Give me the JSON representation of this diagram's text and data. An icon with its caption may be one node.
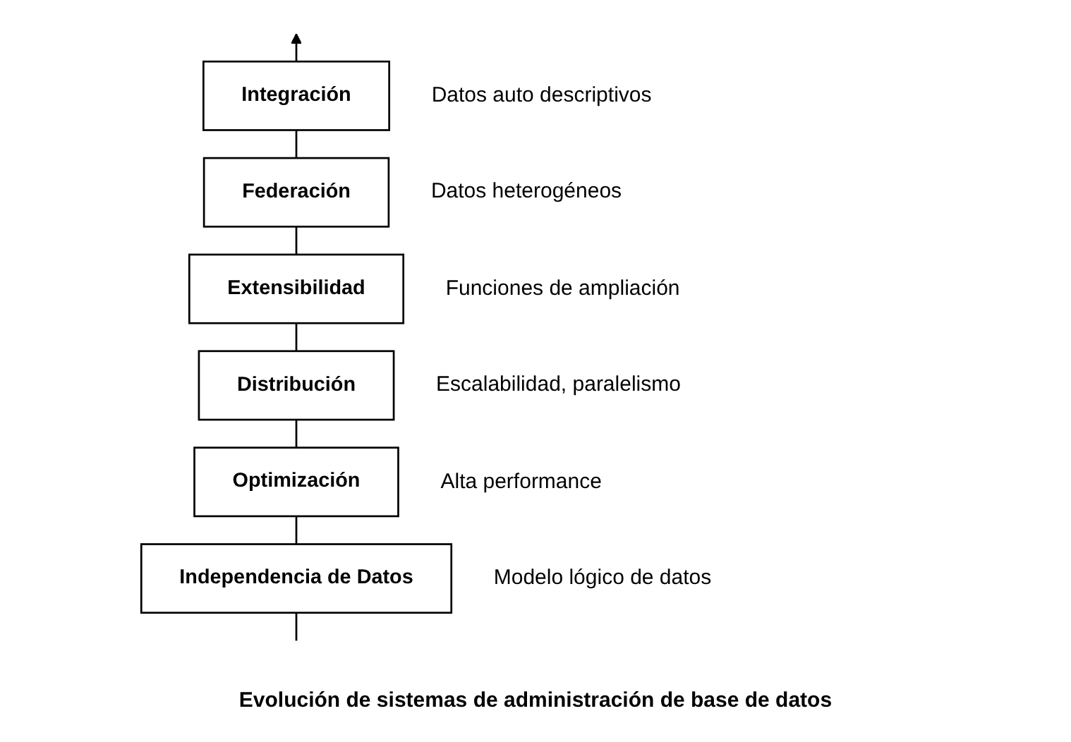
{
  "diagram": {
    "caption": "Evolución de sistemas de administración de base de datos",
    "nodes": [
      {
        "text": [
          "Integración"
        ],
        "beside": [
          "Datos auto descriptivos"
        ]
      },
      {
        "text": [
          "Federación"
        ],
        "beside": [
          "Datos heterogéneos"
        ]
      },
      {
        "text": [
          "Extensibilidad"
        ],
        "beside": [
          "Funciones de ampliación"
        ]
      },
      {
        "text": [
          "Distribución"
        ],
        "beside": [
          "Escalabilidad, paralelismo"
        ]
      },
      {
        "text": [
          "Optimización"
        ],
        "beside": [
          "Alta performance"
        ]
      },
      {
        "text": [
          "Independencia de Datos"
        ],
        "beside": [
          "Modelo lógico de datos"
        ]
      }
    ],
    "edges": [
      {
        "from": null,
        "to": 5,
        "arrow": "none"
      },
      {
        "from": 5,
        "to": 4,
        "arrow": "none"
      },
      {
        "from": 4,
        "to": 3,
        "arrow": "none"
      },
      {
        "from": 3,
        "to": 2,
        "arrow": "none"
      },
      {
        "from": 2,
        "to": 1,
        "arrow": "none"
      },
      {
        "from": 1,
        "to": 0,
        "arrow": "none"
      },
      {
        "from": 0,
        "to": null,
        "arrow": "to"
      }
    ]
  }
}
